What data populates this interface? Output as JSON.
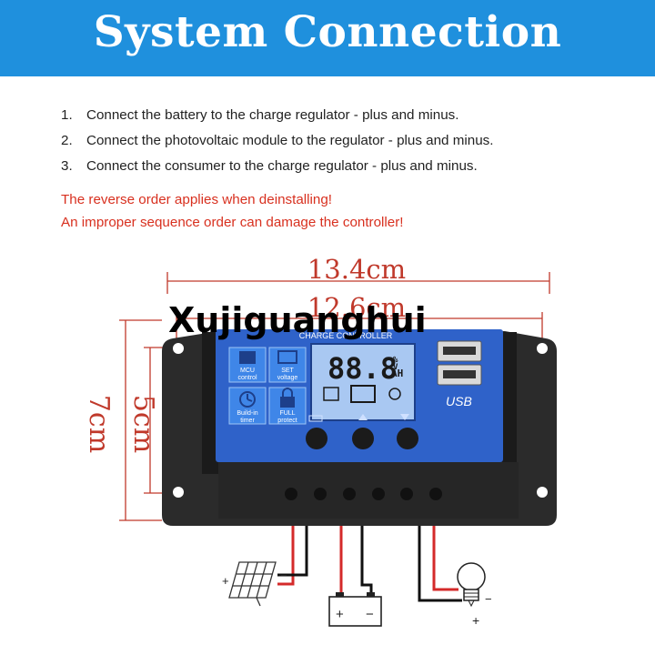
{
  "title": "System Connection",
  "steps": [
    {
      "num": "1.",
      "text": "Connect the battery to the charge regulator - plus and minus."
    },
    {
      "num": "2.",
      "text": "Connect the photovoltaic module to the regulator - plus and minus."
    },
    {
      "num": "3.",
      "text": "Connect the consumer to the charge regulator - plus and minus."
    }
  ],
  "warnings": [
    "The reverse order applies when deinstalling!",
    "An improper sequence order can damage the controller!"
  ],
  "dimensions": {
    "outer_width": "13.4cm",
    "inner_width": "12.6cm",
    "outer_height": "7cm",
    "inner_height": "5cm"
  },
  "device": {
    "panel_label": "CHARGE CONTROLLER",
    "lcd_digits": "88.8",
    "lcd_unit_top": "%",
    "lcd_unit_v": "V",
    "lcd_unit_ah": "AH",
    "usb_label": "USB",
    "tiles": [
      {
        "icon": "mcu-chip-icon",
        "line1": "MCU",
        "line2": "control"
      },
      {
        "icon": "battery-gear-icon",
        "line1": "SET",
        "line2": "voltage"
      },
      {
        "icon": "timer-clock-icon",
        "line1": "Build-in",
        "line2": "timer"
      },
      {
        "icon": "lock-icon",
        "line1": "FULL",
        "line2": "protect"
      }
    ],
    "button_icons": [
      "menu-icon",
      "up-arrow-icon",
      "down-arrow-icon"
    ]
  },
  "watermark": "Xujiguanghui",
  "polarity": {
    "plus": "+",
    "minus": "−"
  },
  "colors": {
    "banner": "#1f90dd",
    "warning": "#d8301f",
    "dimension": "#c0392b",
    "panel_blue": "#2f62c9",
    "housing": "#2b2b2b",
    "wire_red": "#d42a2a"
  }
}
